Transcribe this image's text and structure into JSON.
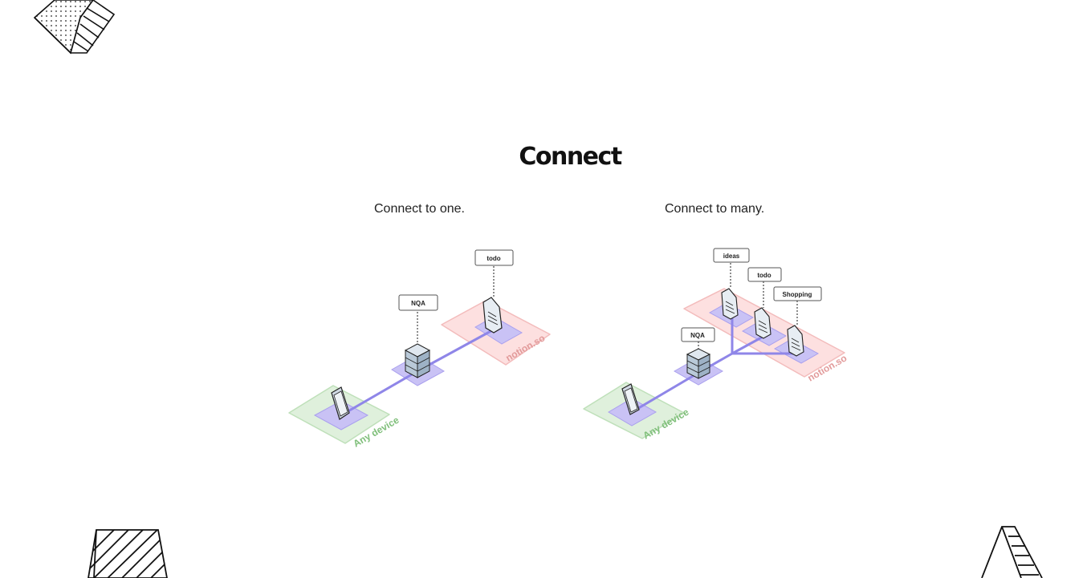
{
  "page": {
    "title": "Connect",
    "captions": {
      "one": "Connect to one.",
      "many": "Connect to many."
    }
  },
  "diagram_one": {
    "server_label": "NQA",
    "doc_label": "todo",
    "zone_device": "Any device",
    "zone_notion": "notion.so"
  },
  "diagram_many": {
    "server_label": "NQA",
    "doc_labels": [
      "ideas",
      "todo",
      "Shopping"
    ],
    "zone_device": "Any device",
    "zone_notion": "notion.so"
  },
  "colors": {
    "green_zone": "#dff0dc",
    "green_text": "#7fbf7a",
    "pink_zone": "#fde0e0",
    "pink_text": "#e29a9a",
    "purple_pad": "#c9c2f5",
    "connector": "#8f86e8"
  },
  "decorations": [
    "dotted-cube-icon",
    "striped-prism-icon",
    "ladder-triangle-icon"
  ]
}
